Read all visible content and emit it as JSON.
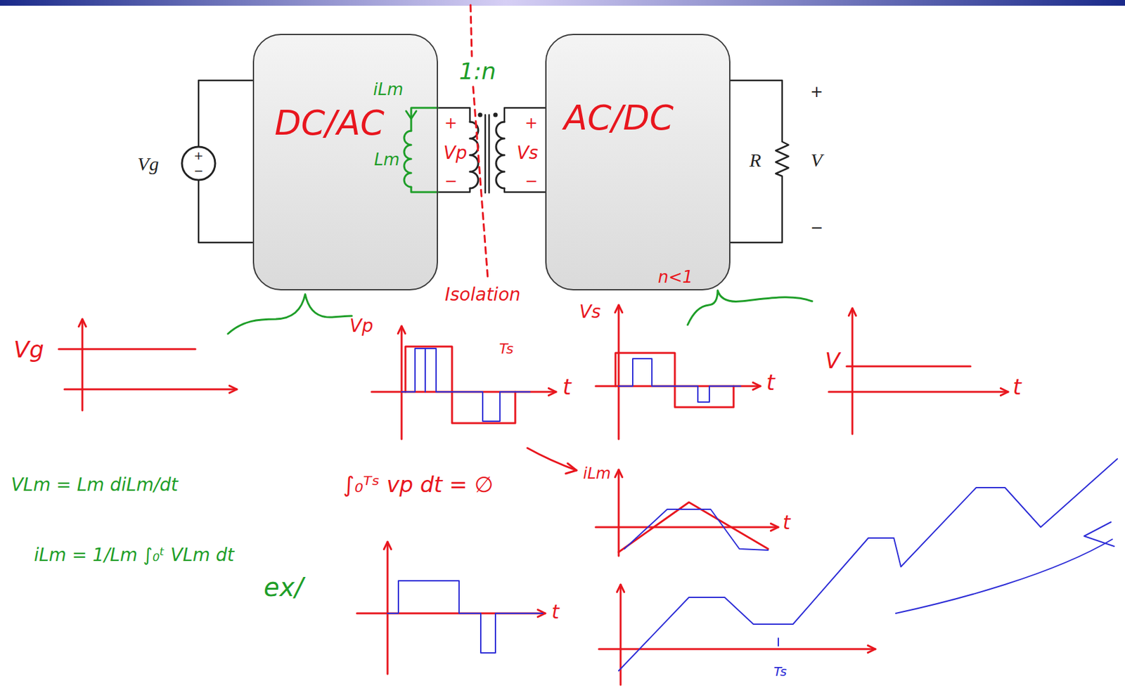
{
  "diagram": {
    "nodes": [
      {
        "text": [
          "DC/AC"
        ]
      },
      {
        "text": [
          "AC/DC"
        ]
      }
    ],
    "labels": [
      "iLm",
      "Lm",
      "+",
      "Vp",
      "−",
      "1:n",
      "+",
      "Vs",
      "−",
      "Vg",
      "+",
      "−",
      "R",
      "V",
      "+",
      "−",
      "Isolation",
      "n<1",
      "Vg",
      "Vp",
      "t",
      "Ts",
      "Vs",
      "t",
      "V",
      "t",
      "VLm = Lm diLm/dt",
      "iLm = 1/Lm ∫₀ᵗ VLm dt",
      "ex/",
      "∫₀ᵀˢ vp dt = ∅",
      "iLm",
      "t",
      "t",
      "Ts"
    ]
  }
}
